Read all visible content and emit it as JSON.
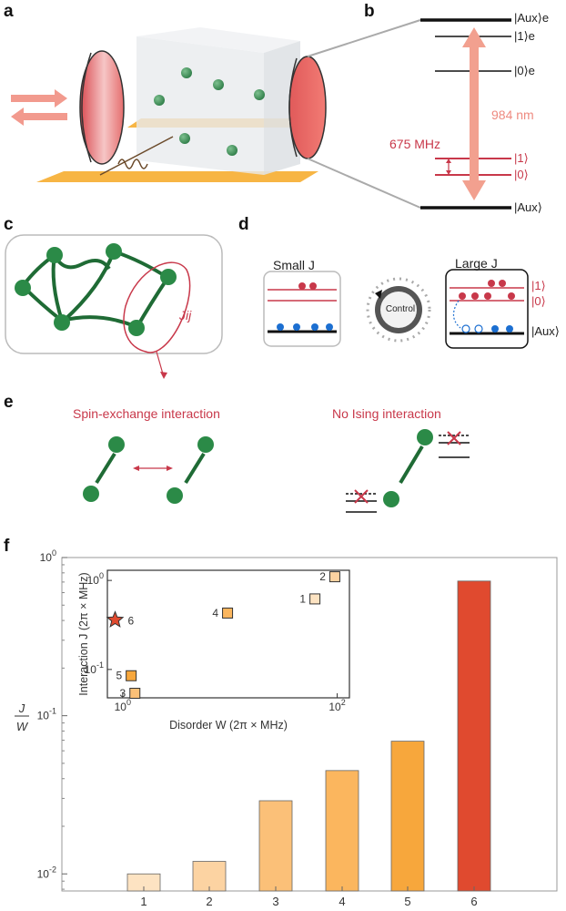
{
  "panels": {
    "a": "a",
    "b": "b",
    "c": "c",
    "d": "d",
    "e": "e",
    "f": "f"
  },
  "panel_b": {
    "aux_e": "|Aux⟩e",
    "one_e": "|1⟩e",
    "zero_e": "|0⟩e",
    "wavelength": "984 nm",
    "splitting": "675 MHz",
    "one": "|1⟩",
    "zero": "|0⟩",
    "aux": "|Aux⟩"
  },
  "panel_c": {
    "coupling": "Jij"
  },
  "panel_d": {
    "small": "Small J",
    "large": "Large J",
    "knob": "Control",
    "one": "|1⟩",
    "zero": "|0⟩",
    "aux": "|Aux⟩"
  },
  "panel_e": {
    "left": "Spin-exchange interaction",
    "right": "No Ising interaction"
  },
  "colors": {
    "red": "#c8384a",
    "pink": "#ee8a80",
    "green": "#1f7a3a",
    "orange": "#f4a53a",
    "bar1": "#fde3c2",
    "bar2": "#fcd3a2",
    "bar3": "#fbc078",
    "bar4": "#fbb65e",
    "bar5": "#f7a73c",
    "bar6": "#e04a2f",
    "blue": "#1c6fd1"
  },
  "chart_data": [
    {
      "type": "bar",
      "ylabel": "J/W",
      "yscale": "log",
      "ylim": [
        0.0078,
        1.0
      ],
      "yticks": [
        "10^0",
        "10^-1",
        "10^-2"
      ],
      "categories": [
        "1",
        "2",
        "3",
        "4",
        "5",
        "6"
      ],
      "values": [
        0.01,
        0.012,
        0.029,
        0.045,
        0.069,
        0.71
      ]
    },
    {
      "type": "scatter",
      "xlabel": "Disorder W (2π × MHz)",
      "ylabel": "Interaction J (2π × MHz)",
      "xscale": "log",
      "yscale": "log",
      "xlim": [
        0.72,
        130
      ],
      "ylim": [
        0.048,
        1.3
      ],
      "xticks": [
        "10^0",
        "10^2"
      ],
      "yticks": [
        "10^0",
        "10^-1"
      ],
      "points": [
        {
          "label": "1",
          "x": 62,
          "y": 0.62
        },
        {
          "label": "2",
          "x": 95,
          "y": 1.1
        },
        {
          "label": "3",
          "x": 1.3,
          "y": 0.054
        },
        {
          "label": "4",
          "x": 9.5,
          "y": 0.43
        },
        {
          "label": "5",
          "x": 1.2,
          "y": 0.085
        },
        {
          "label": "6",
          "x": 0.85,
          "y": 0.36
        }
      ]
    }
  ]
}
